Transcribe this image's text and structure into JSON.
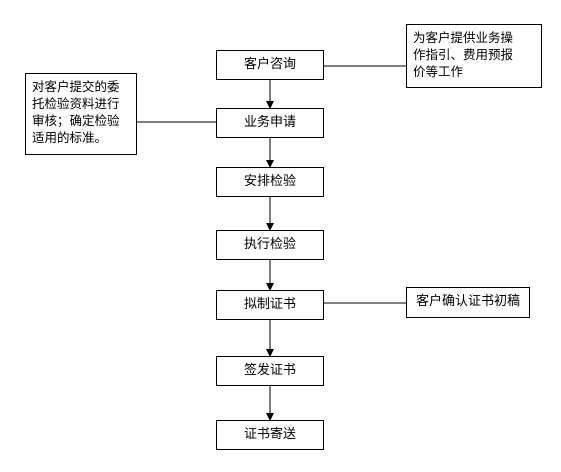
{
  "steps": [
    "客户咨询",
    "业务申请",
    "安排检验",
    "执行检验",
    "拟制证书",
    "签发证书",
    "证书寄送"
  ],
  "notes": {
    "top_right": [
      "为客户提供业务操",
      "作指引、费用预报",
      "价等工作"
    ],
    "left": [
      "对客户提交的委",
      "托检验资料进行",
      "审核；确定检验",
      "适用的标准。"
    ],
    "bottom_right": "客户确认证书初稿"
  },
  "colors": {
    "line": "#000000",
    "box_border": "#000000",
    "background": "#ffffff"
  }
}
